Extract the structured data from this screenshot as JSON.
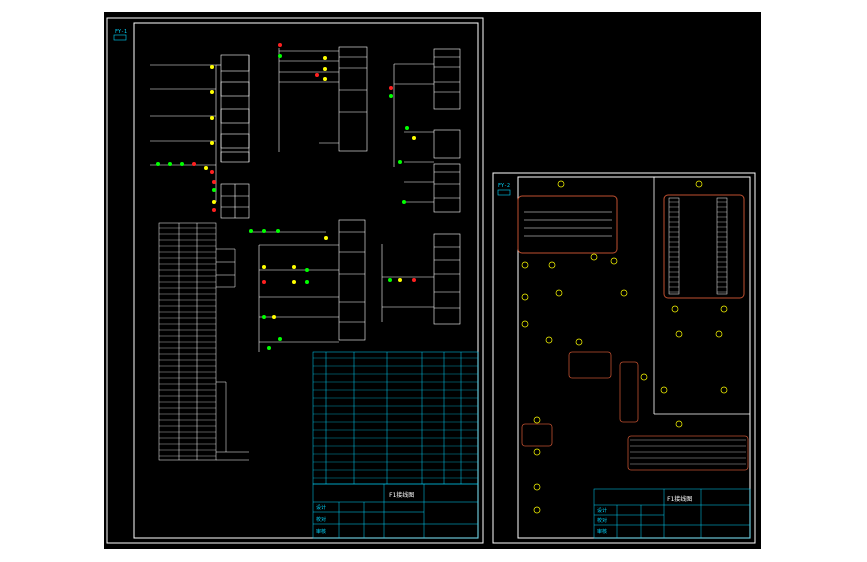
{
  "canvas": {
    "background": "#000000",
    "page_color": "#ffffff",
    "line_color": "#ffffff",
    "accent_cyan": "#00d7ff",
    "accent_green": "#00ff00",
    "accent_yellow": "#ffff00",
    "accent_red": "#ff2020",
    "accent_brown": "#c05030"
  },
  "sheet_left": {
    "corner_tag": "FY-1",
    "title_block": {
      "drawing_no": "F1接线图",
      "rows": [
        "设计",
        "校对",
        "审核"
      ]
    }
  },
  "sheet_right": {
    "corner_tag": "FY-2",
    "title_block": {
      "drawing_no": "F1接线图",
      "rows": [
        "设计",
        "校对",
        "审核"
      ]
    }
  }
}
